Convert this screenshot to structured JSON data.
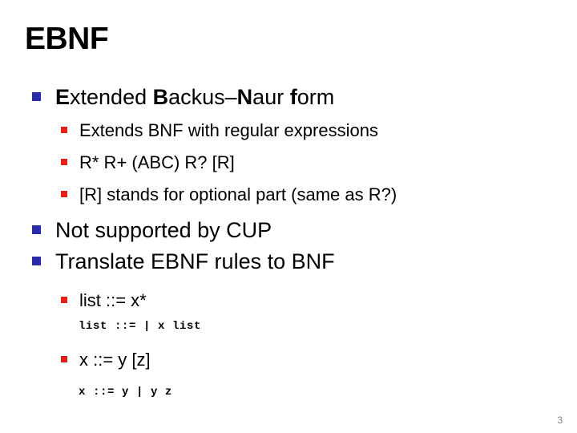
{
  "slide": {
    "title": "EBNF",
    "page_number": "3",
    "colors": {
      "level1_bullet": "#2B2BA8",
      "level2_bullet": "#E8201A",
      "text": "#000000",
      "page_number": "#808080",
      "background": "#FFFFFF"
    },
    "bullets": [
      {
        "level": 1,
        "marker": "square-bullet-blue",
        "text": "Extended Backus–Naur form",
        "emphasis_parts": [
          "E",
          "xtended ",
          "B",
          "ackus–",
          "N",
          "aur ",
          "f",
          "orm"
        ]
      },
      {
        "level": 2,
        "marker": "square-bullet-red",
        "text": "Extends BNF with regular expressions"
      },
      {
        "level": 2,
        "marker": "square-bullet-red",
        "text": "R* R+ (ABC) R? [R]"
      },
      {
        "level": 2,
        "marker": "square-bullet-red",
        "text": "[R] stands for optional part (same as R?)"
      },
      {
        "level": 1,
        "marker": "square-bullet-blue",
        "text": "Not supported by CUP"
      },
      {
        "level": 1,
        "marker": "square-bullet-blue",
        "text": "Translate EBNF rules to BNF"
      },
      {
        "level": 2,
        "marker": "square-bullet-red",
        "text": "list ::= x*"
      },
      {
        "level": 2,
        "marker": "square-bullet-red",
        "text": "x ::= y [z]"
      }
    ],
    "code_lines": [
      "list ::= | x list",
      "x ::= y | y z"
    ]
  }
}
